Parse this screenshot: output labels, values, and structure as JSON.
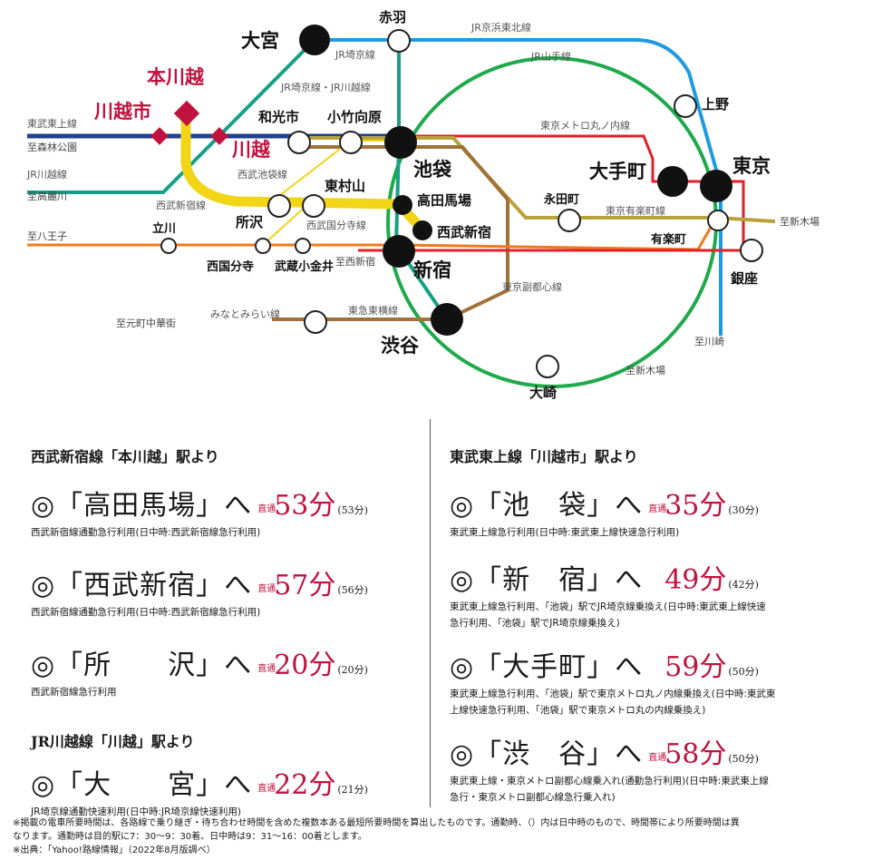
{
  "map": {
    "stations": {
      "omiya": "大宮",
      "akabane": "赤羽",
      "honkawagoe": "本川越",
      "kawagoeshi": "川越市",
      "kawagoe": "川越",
      "wakoshi": "和光市",
      "kotakemukaihara": "小竹向原",
      "ikebukuro": "池袋",
      "ueno": "上野",
      "otemachi": "大手町",
      "tokyo": "東京",
      "higashimurayama": "東村山",
      "takadanobaba": "高田馬場",
      "seibushinjuku": "西武新宿",
      "tokorozawa": "所沢",
      "tachikawa": "立川",
      "nagatacho": "永田町",
      "yurakucho": "有楽町",
      "nishikokubunji": "西国分寺",
      "musashikoganei": "武蔵小金井",
      "shinjuku": "新宿",
      "ginza": "銀座",
      "shibuya": "渋谷",
      "osaki": "大崎"
    },
    "lines": {
      "jr_keihin_tohoku": "JR京浜東北線",
      "jr_saikyo": "JR埼京線",
      "jr_yamanote": "JR山手線",
      "saikyo_kawagoe": "JR埼京線・JR川越線",
      "tobu_tojo": "東武東上線",
      "metro_marunouchi": "東京メトロ丸ノ内線",
      "jr_kawagoe": "JR川越線",
      "seibu_ikebukuro": "西武池袋線",
      "seibu_shinjuku": "西武新宿線",
      "yurakucho_line": "東京有楽町線",
      "seibu_kokubunji": "西武国分寺線",
      "fukutoshin": "東京副都心線",
      "minatomirai": "みなとみらい線",
      "toyoko": "東急東横線"
    },
    "directions": {
      "shinrin": "至森林公園",
      "komagawa": "至高麗川",
      "hachioji": "至八王子",
      "shinkiba1": "至新木場",
      "nishishinjuku": "至西新宿",
      "motomachi": "至元町中華街",
      "kawasaki": "至川崎",
      "shinkiba2": "至新木場"
    }
  },
  "left": {
    "section1_title": "西武新宿線「本川越」駅より",
    "section2_title": "JR川越線「川越」駅より",
    "routes1": [
      {
        "dest": "◎「高田馬場」へ",
        "chokutsu": "直通",
        "time": "53分",
        "sub": "(53分)",
        "note": "西武新宿線通勤急行利用(日中時:西武新宿線急行利用)"
      },
      {
        "dest": "◎「西武新宿」へ",
        "chokutsu": "直通",
        "time": "57分",
        "sub": "(56分)",
        "note": "西武新宿線通勤急行利用(日中時:西武新宿線急行利用)"
      },
      {
        "dest": "◎「所　　沢」へ",
        "chokutsu": "直通",
        "time": "20分",
        "sub": "(20分)",
        "note": "西武新宿線急行利用"
      }
    ],
    "routes2": [
      {
        "dest": "◎「大　　宮」へ",
        "chokutsu": "直通",
        "time": "22分",
        "sub": "(21分)",
        "note": "JR埼京線通勤快速利用(日中時:JR埼京線快速利用)"
      }
    ]
  },
  "right": {
    "section_title": "東武東上線「川越市」駅より",
    "routes": [
      {
        "dest": "◎「池　袋」へ",
        "chokutsu": "直通",
        "time": "35分",
        "sub": "(30分)",
        "note": "東武東上線急行利用(日中時:東武東上線快速急行利用)",
        "note2": ""
      },
      {
        "dest": "◎「新　宿」へ",
        "chokutsu": "",
        "time": "49分",
        "sub": "(42分)",
        "note": "東武東上線急行利用、「池袋」駅でJR埼京線乗換え(日中時:東武東上線快速",
        "note2": "急行利用、「池袋」駅でJR埼京線乗換え)"
      },
      {
        "dest": "◎「大手町」へ",
        "chokutsu": "",
        "time": "59分",
        "sub": "(50分)",
        "note": "東武東上線急行利用、「池袋」駅で東京メトロ丸ノ内線乗換え(日中時:東武東",
        "note2": "上線快速急行利用、「池袋」駅で東京メトロ丸の内線乗換え)"
      },
      {
        "dest": "◎「渋　谷」へ",
        "chokutsu": "直通",
        "time": "58分",
        "sub": "(50分)",
        "note": "東武東上線・東京メトロ副都心線乗入れ(通勤急行利用)(日中時:東武東上線",
        "note2": "急行・東京メトロ副都心線急行乗入れ)"
      }
    ]
  },
  "footnote": {
    "line1": "※掲載の電車所要時間は、各路線で乗り継ぎ・待ち合わせ時間を含めた複数本ある最短所要時間を算出したものです。通勤時、（）内は日中時のもので、時間帯により所要時間は異",
    "line2": "なります。通勤時は目的駅に7：30～9：30着、日中時は9：31～16：00着とします。",
    "line3": "※出典：「Yahoo!路線情報」（2022年8月版調べ）"
  },
  "colors": {
    "yamanote": "#1eaa4a",
    "keihin": "#1e9be0",
    "saikyo": "#16a085",
    "tojo": "#1f3f8f",
    "marunouchi": "#e0202a",
    "yurakucho": "#b8a33a",
    "fukutoshin": "#a0723a",
    "chuo": "#f07a1a",
    "seibu": "#f2d516",
    "accent_red": "#c0123f"
  }
}
